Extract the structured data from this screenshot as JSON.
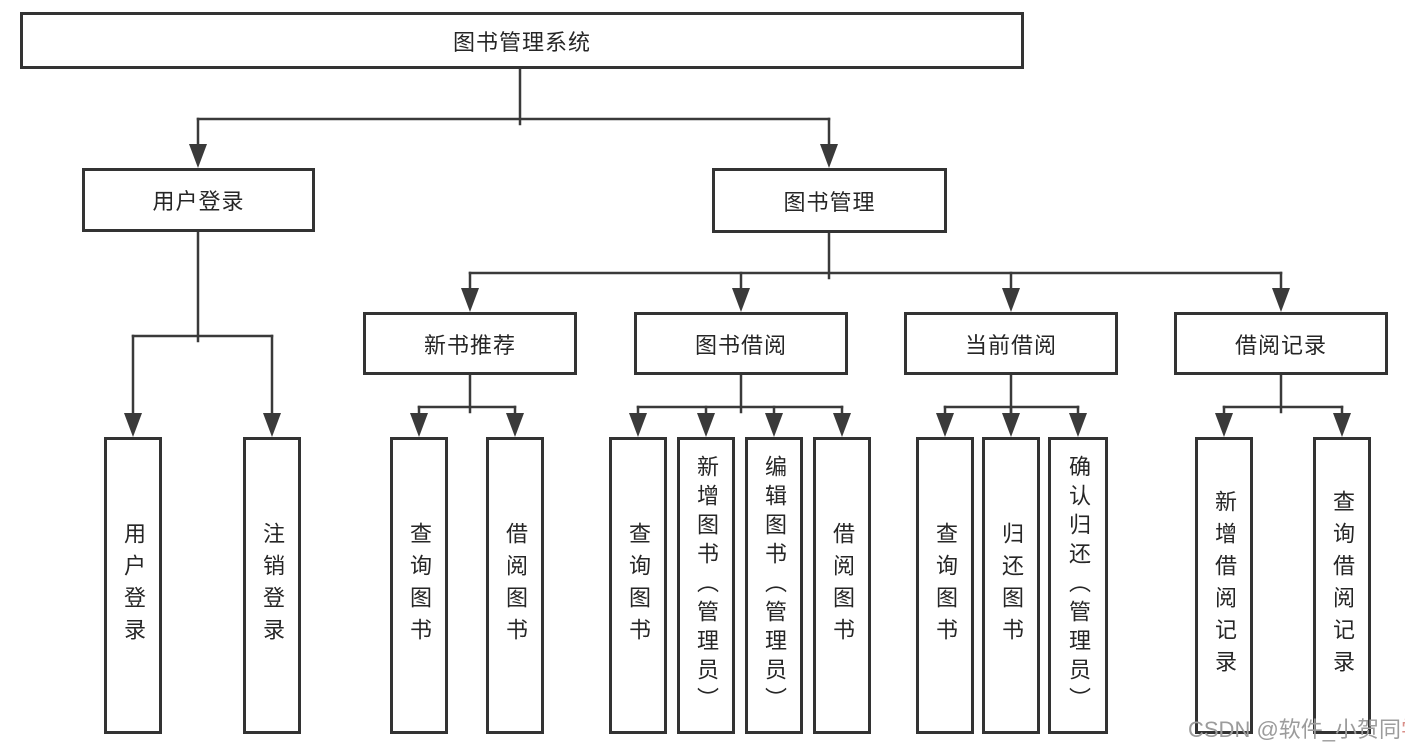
{
  "tree": {
    "root": {
      "label": "图书管理系统"
    },
    "level2": [
      {
        "id": "user-login",
        "label": "用户登录"
      },
      {
        "id": "book-management",
        "label": "图书管理"
      }
    ],
    "level3": [
      {
        "id": "new-book-recommend",
        "label": "新书推荐",
        "parent": "book-management"
      },
      {
        "id": "book-borrowing",
        "label": "图书借阅",
        "parent": "book-management"
      },
      {
        "id": "current-borrowing",
        "label": "当前借阅",
        "parent": "book-management"
      },
      {
        "id": "borrowing-records",
        "label": "借阅记录",
        "parent": "book-management"
      }
    ],
    "leaves": [
      {
        "group": "user-login",
        "label": "用户登录"
      },
      {
        "group": "user-login",
        "label": "注销登录"
      },
      {
        "group": "new-book-recommend",
        "label": "查询图书"
      },
      {
        "group": "new-book-recommend",
        "label": "借阅图书"
      },
      {
        "group": "book-borrowing",
        "label": "查询图书"
      },
      {
        "group": "book-borrowing",
        "label": "新增图书（管理员）"
      },
      {
        "group": "book-borrowing",
        "label": "编辑图书（管理员）"
      },
      {
        "group": "book-borrowing",
        "label": "借阅图书"
      },
      {
        "group": "current-borrowing",
        "label": "查询图书"
      },
      {
        "group": "current-borrowing",
        "label": "归还图书"
      },
      {
        "group": "current-borrowing",
        "label": "确认归还（管理员）"
      },
      {
        "group": "borrowing-records",
        "label": "新增借阅记录"
      },
      {
        "group": "borrowing-records",
        "label": "查询借阅记录"
      }
    ]
  },
  "watermark": {
    "text": "CSDN @软件_小贺同",
    "accent_text": "学"
  },
  "colors": {
    "line": "#3a3a3a",
    "box_border": "#333333",
    "box_fill": "#ffffff",
    "text": "#262626",
    "watermark": "#9c9c9c",
    "watermark_accent": "#d98f89"
  }
}
